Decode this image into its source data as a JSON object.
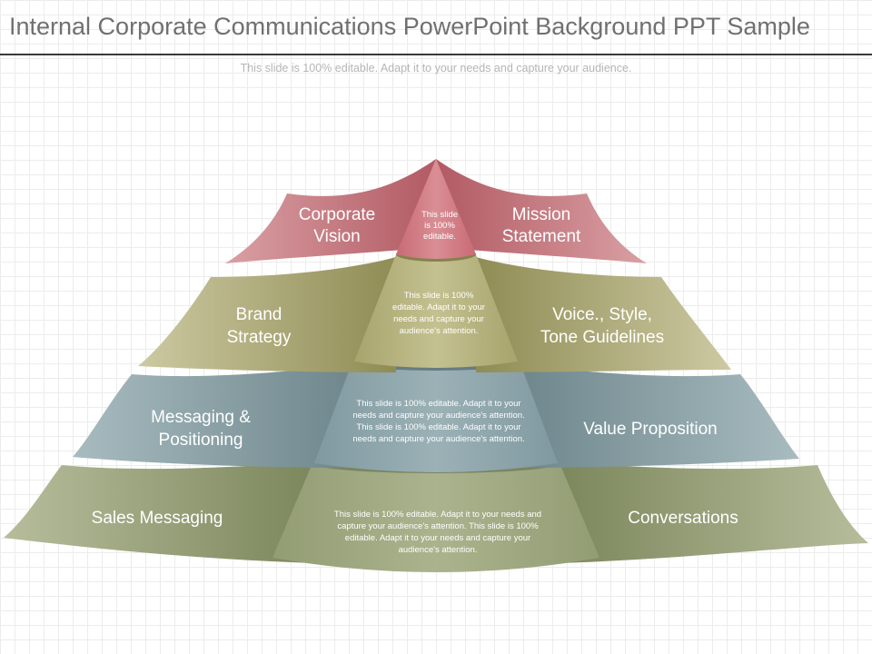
{
  "title": "Internal Corporate Communications PowerPoint Background  PPT Sample",
  "subtitle": "This slide is 100% editable. Adapt it to your needs and capture your audience.",
  "levels": [
    {
      "left": [
        "Corporate",
        "Vision"
      ],
      "right": [
        "Mission",
        "Statement"
      ],
      "center": [
        "This slide",
        "is 100%",
        "editable."
      ],
      "color": "#c06a74"
    },
    {
      "left": [
        "Brand",
        "Strategy"
      ],
      "right": [
        "Voice., Style,",
        "Tone Guidelines"
      ],
      "center": [
        "This slide is 100%",
        "editable.  Adapt it to your",
        "needs and capture your",
        "audience's attention."
      ],
      "color": "#a7a46d"
    },
    {
      "left": [
        "Messaging &",
        "Positioning"
      ],
      "right": [
        "Value Proposition"
      ],
      "center": [
        "This slide is 100% editable.  Adapt it to your",
        "needs and capture your audience's attention.",
        "This slide is 100% editable.  Adapt it to your",
        "needs and capture your audience's attention."
      ],
      "color": "#7d949a"
    },
    {
      "left": [
        "Sales Messaging"
      ],
      "right": [
        "Conversations"
      ],
      "center": [
        "This slide is 100% editable.  Adapt it to your needs and",
        "capture your audience's attention. This slide is 100%",
        "editable.  Adapt it to your needs and capture your",
        "audience's attention."
      ],
      "color": "#8e9870"
    }
  ]
}
